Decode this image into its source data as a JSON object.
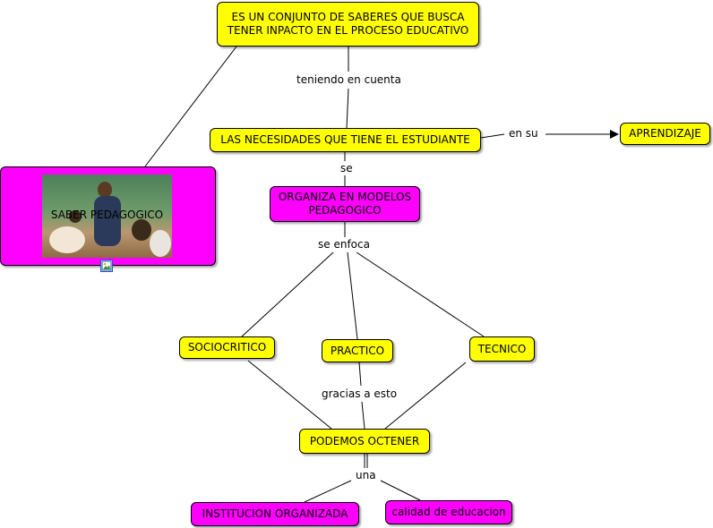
{
  "nodes": {
    "root": "ES UN CONJUNTO DE SABERES QUE BUSCA TENER INPACTO EN EL PROCESO EDUCATIVO",
    "necesidades": "LAS NECESIDADES QUE TIENE EL ESTUDIANTE",
    "aprendizaje": "APRENDIZAJE",
    "saber": "SABER PEDAGOGICO",
    "organiza": "ORGANIZA EN MODELOS PEDAGOGICO",
    "sociocritico": "SOCIOCRITICO",
    "practico": "PRACTICO",
    "tecnico": "TECNICO",
    "podemos": "PODEMOS OCTENER",
    "institucion": "INSTITUCION ORGANIZADA",
    "calidad": "calidad de educacion"
  },
  "links": {
    "teniendo": "teniendo en cuenta",
    "en_su": "en su",
    "se": "se",
    "se_enfoca": "se enfoca",
    "gracias": "gracias a esto",
    "una": "una"
  },
  "colors": {
    "yellow": "#ffff00",
    "magenta": "#ff00ff"
  },
  "icons": [
    "image-icon"
  ]
}
